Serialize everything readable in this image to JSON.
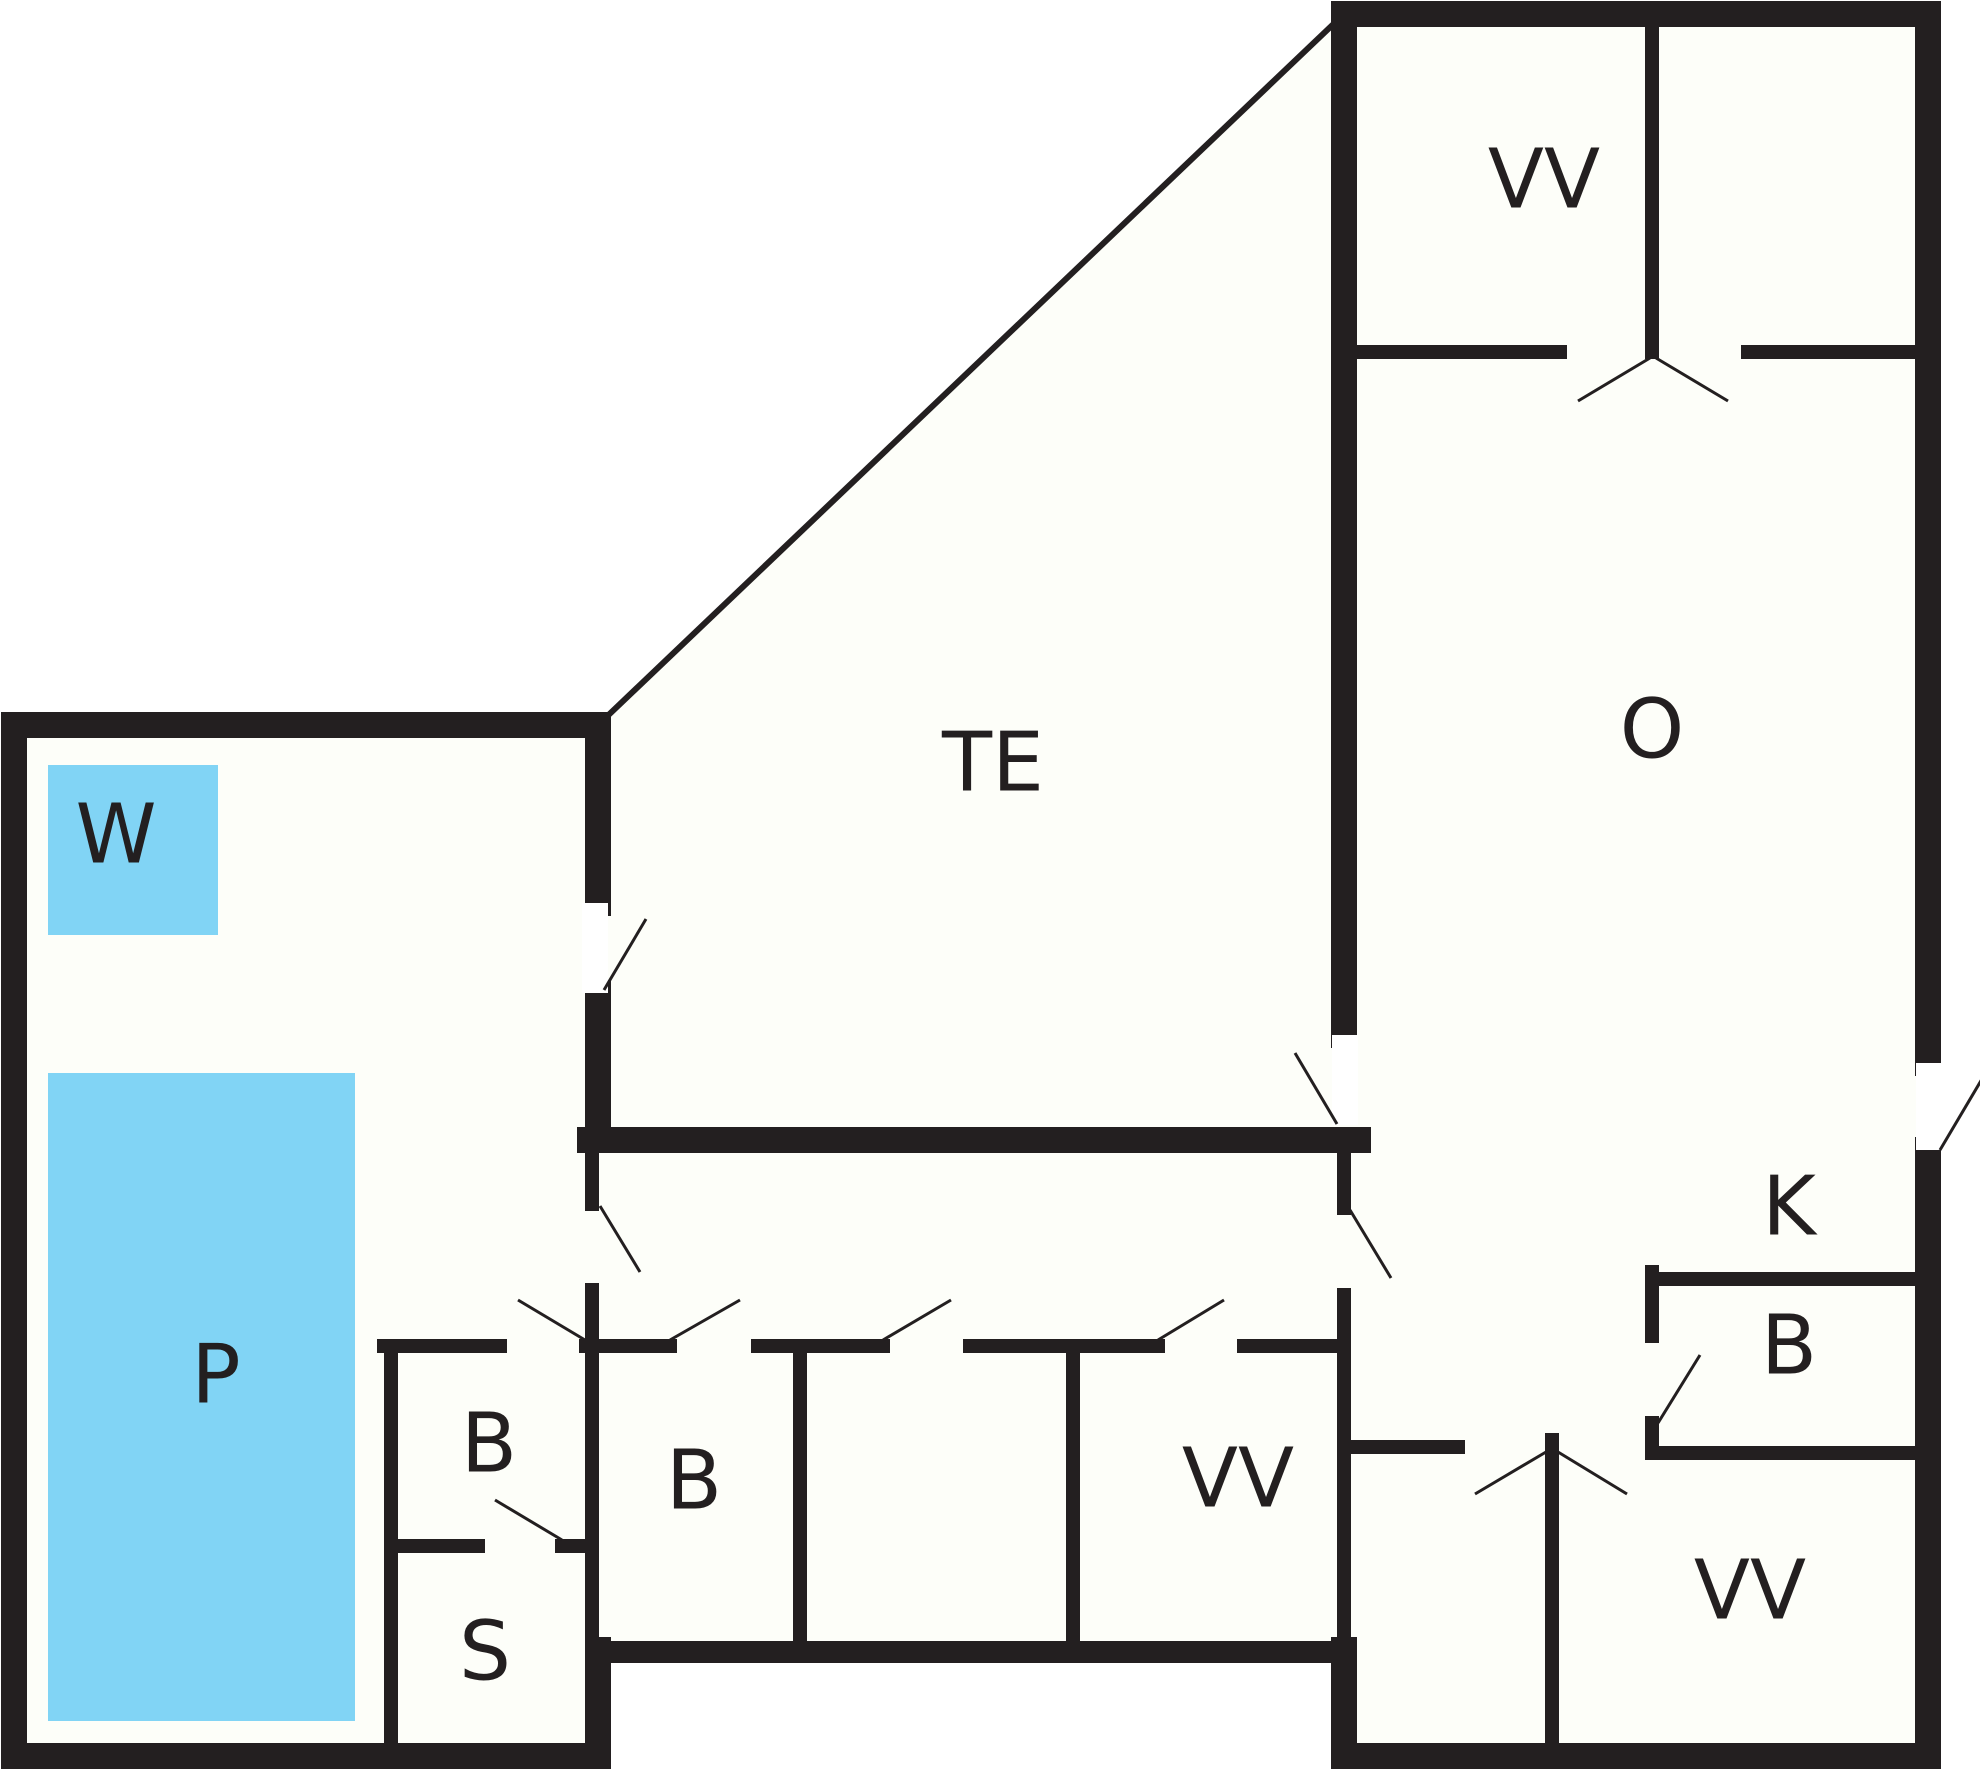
{
  "floorplan": {
    "colors": {
      "wall": "#231f20",
      "floor": "#fdfef9",
      "water": "#81d4f5",
      "background": "#ffffff"
    },
    "rooms": {
      "terrace": "TE",
      "living": "O",
      "kitchen": "K",
      "bedroom_top": "VV",
      "bedroom_mid": "VV",
      "bedroom_bottom_right": "VV",
      "bath_mid": "B",
      "bath_left": "B",
      "bath_right": "B",
      "sauna": "S",
      "pool": "P",
      "whirlpool": "W"
    }
  }
}
